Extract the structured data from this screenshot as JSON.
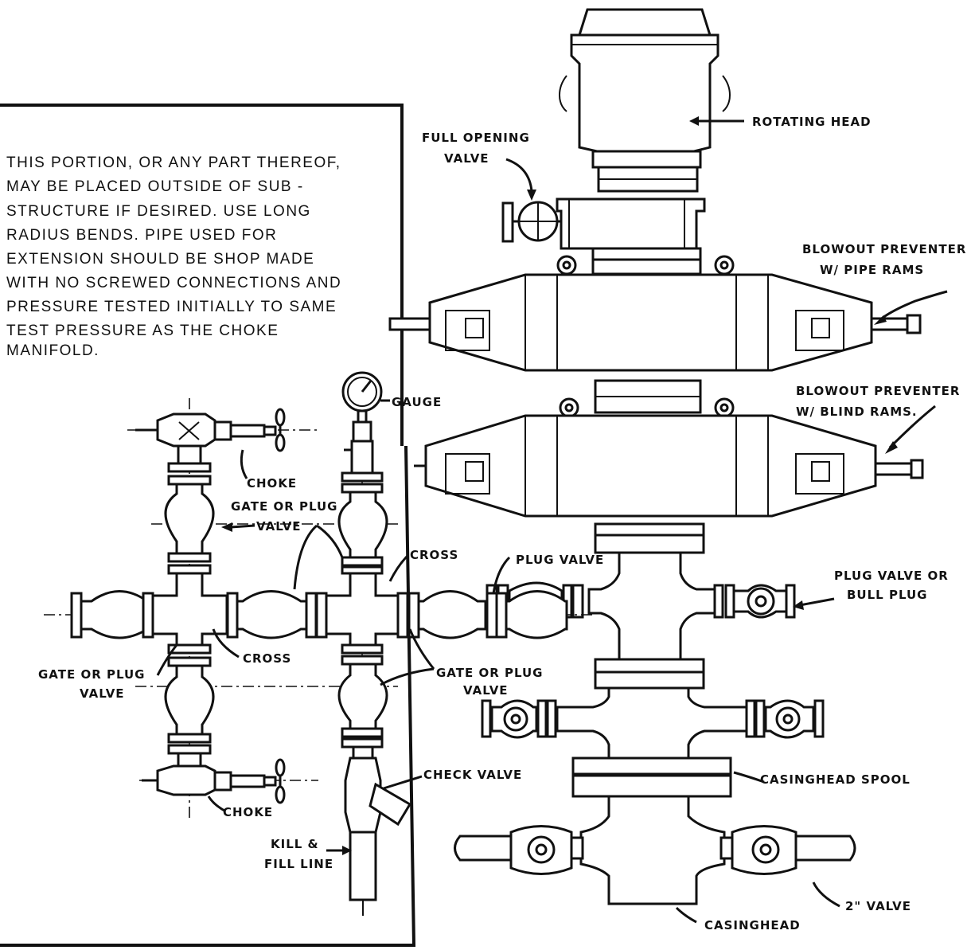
{
  "note_lines": [
    "THIS PORTION, OR ANY PART THEREOF,",
    "MAY BE PLACED OUTSIDE OF SUB -",
    "STRUCTURE IF DESIRED. USE LONG",
    "RADIUS BENDS. PIPE USED FOR",
    "EXTENSION SHOULD BE SHOP MADE",
    "WITH NO SCREWED CONNECTIONS AND",
    "PRESSURE TESTED INITIALLY TO SAME",
    "TEST PRESSURE AS THE CHOKE",
    "MANIFOLD."
  ],
  "labels": {
    "rotating_head": "ROTATING HEAD",
    "full_opening_valve_1": "FULL OPENING",
    "full_opening_valve_2": "VALVE",
    "bop_pipe_1": "BLOWOUT PREVENTER",
    "bop_pipe_2": "W/ PIPE RAMS",
    "bop_blind_1": "BLOWOUT PREVENTER",
    "bop_blind_2": "W/ BLIND RAMS.",
    "gauge": "GAUGE",
    "choke_top": "CHOKE",
    "gate_plug_top_1": "GATE OR PLUG",
    "gate_plug_top_2": "VALVE",
    "cross_right": "CROSS",
    "plug_valve": "PLUG VALVE",
    "plug_bull_1": "PLUG VALVE OR",
    "plug_bull_2": "BULL PLUG",
    "cross_left": "CROSS",
    "gate_plug_left_1": "GATE OR PLUG",
    "gate_plug_left_2": "VALVE",
    "gate_plug_mid_1": "GATE OR PLUG",
    "gate_plug_mid_2": "VALVE",
    "check_valve": "CHECK VALVE",
    "casinghead_spool": "CASINGHEAD SPOOL",
    "choke_bottom": "CHOKE",
    "kill_fill_1": "KILL & ",
    "kill_fill_2": "FILL LINE",
    "two_inch_valve": "2\" VALVE",
    "casinghead": "CASINGHEAD"
  }
}
